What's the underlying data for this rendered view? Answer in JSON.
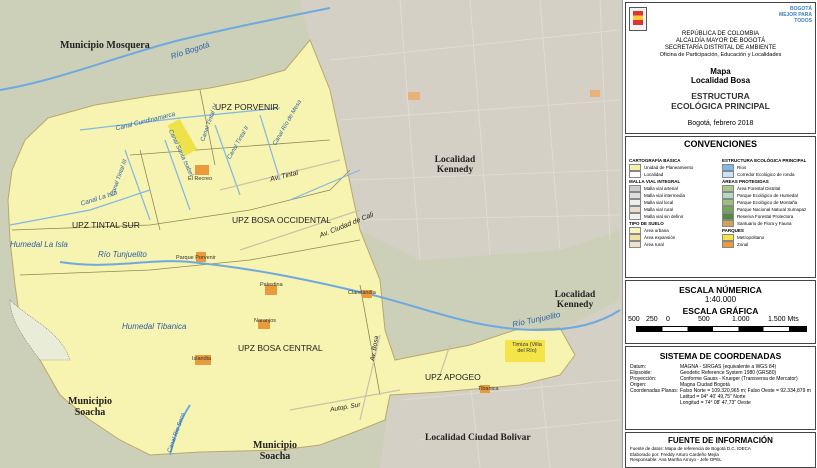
{
  "map_labels": {
    "mosquera": "Municipio Mosquera",
    "soacha_left": "Municipio Soacha",
    "soacha_bottom": "Municipio Soacha",
    "kennedy_top": "Localidad Kennedy",
    "kennedy_right": "Localidad Kennedy",
    "ciudad_bolivar": "Localidad Ciudad Bolivar",
    "upz_porvenir": "UPZ PORVENIR",
    "upz_tintal": "UPZ TINTAL SUR",
    "upz_occidental": "UPZ BOSA OCCIDENTAL",
    "upz_central": "UPZ BOSA CENTRAL",
    "upz_apogeo": "UPZ APOGEO",
    "rio_bogota": "Río Bogotá",
    "rio_tunjuelito_left": "Río Tunjuelito",
    "rio_tunjuelito_right": "Río Tunjuelito",
    "humedal_isla": "Humedal La Isla",
    "humedal_tibanica": "Humedal Tibanica",
    "canal_cundinamarca": "Canal Cundinamarca",
    "canal_tintal": "Canal Tintal III",
    "canal_tintal_ii": "Canal Tintal II",
    "canal_isla": "Canal La Isla",
    "canal_santa_isabel": "Canal Santa Isabel",
    "canal_tintal_iv": "Canal Tintal IV",
    "canal_rio_mesa": "Canal Río de Mesa",
    "av_tintal": "Av. Tintal",
    "av_ciudad_cali": "Av. Ciudad de Cali",
    "av_bosa": "Av. Bosa",
    "autopista_sur": "Autop. Sur",
    "canal_rio_seco": "Canal Rio Seco",
    "park_recreo": "El Recreo",
    "park_porvenir": "Parque Porvenir",
    "park_palestina": "Palestina",
    "park_naranjos": "Naranjos",
    "park_clarelandia": "Clarelandia",
    "park_islandia": "Islandia",
    "park_tibanica": "Tibanica",
    "park_timiza": "Timiza (Villa del Río)"
  },
  "header": {
    "line1": "REPÚBLICA DE COLOMBIA",
    "line2": "ALCALDÍA MAYOR DE BOGOTÁ",
    "line3": "SECRETARÍA DISTRITAL DE AMBIENTE",
    "line4": "Oficina de Participación, Educación y Localidades",
    "logo_text": "BOGOTÁ MEJOR PARA TODOS",
    "map_title1": "Mapa",
    "map_title2": "Localidad Bosa",
    "subject1": "ESTRUCTURA",
    "subject2": "ECOLÓGICA PRINCIPAL",
    "date": "Bogotá, febrero 2018"
  },
  "legend": {
    "title": "CONVENCIONES",
    "left_header": "CARTOGRAFÍA BÁSICA",
    "right_header": "ESTRUCTURA ECOLÓGICA PRINCIPAL",
    "left": [
      {
        "label": "Unidad de Planeamiento",
        "color": "#f6f0a8"
      },
      {
        "label": "Localidad",
        "color": "#ffffff"
      },
      {
        "label": "MALLA VIAL INTEGRAL",
        "color": ""
      },
      {
        "label": "Malla vial arterial",
        "color": "#cccccc"
      },
      {
        "label": "Malla vial intermedia",
        "color": "#dddddd"
      },
      {
        "label": "Malla vial local",
        "color": "#eeeeee"
      },
      {
        "label": "Malla vial rural",
        "color": "#e8e0cc"
      },
      {
        "label": "Malla vial sin definir",
        "color": "#f0f0f0"
      },
      {
        "label": "TIPO DE SUELO",
        "color": ""
      },
      {
        "label": "Área urbana",
        "color": "#fbf6c0"
      },
      {
        "label": "Área expansión",
        "color": "#f2e4a0"
      },
      {
        "label": "Área rural",
        "color": "#efe2c8"
      }
    ],
    "right": [
      {
        "label": "Ríos",
        "color": "#7fb7e6"
      },
      {
        "label": "Corredor Ecológico de ronda",
        "color": "#c7e3f5"
      },
      {
        "label": "ÁREAS PROTEGIDAS",
        "color": ""
      },
      {
        "label": "Área Forestal Distrital",
        "color": "#a9c98a"
      },
      {
        "label": "Parque Ecológico de Humedal",
        "color": "#b6d9c4"
      },
      {
        "label": "Parque Ecológico de Montaña",
        "color": "#9bbf7b"
      },
      {
        "label": "Parque Nacional Natural Sumapaz",
        "color": "#6fa85a"
      },
      {
        "label": "Reserva Forestal Protectora",
        "color": "#4e8b3f"
      },
      {
        "label": "Santuario de Flora y Fauna",
        "color": "#d4a05e"
      },
      {
        "label": "PARQUES",
        "color": ""
      },
      {
        "label": "Metropolitano",
        "color": "#f7e24a"
      },
      {
        "label": "Zonal",
        "color": "#e89a3c"
      }
    ]
  },
  "scale": {
    "numeric_title": "ESCALA NÚMERICA",
    "numeric_value": "1:40.000",
    "graphic_title": "ESCALA GRÁFICA",
    "ticks": [
      "500",
      "250",
      "0",
      "500",
      "1.000",
      "1.500 Mts"
    ]
  },
  "coordinates": {
    "title": "SISTEMA DE COORDENADAS",
    "rows": [
      {
        "k": "Datum:",
        "v": "MAGNA - SIRGAS (equivalente a WGS 84)"
      },
      {
        "k": "Elipsoide:",
        "v": "Geodetic Reference System 1980 (GRS80)"
      },
      {
        "k": "Proyección:",
        "v": "Conforme Gauss - Krueger (Transversa de Mercator)"
      },
      {
        "k": "Origen:",
        "v": "Magna Ciudad Bogotá"
      },
      {
        "k": "Coordenadas Planas:",
        "v": "Falso Norte = 109.320,965 m; Falso Oeste = 92.334,879 m"
      },
      {
        "k": "",
        "v": "Latitud = 04° 40' 49,75\" Norte"
      },
      {
        "k": "",
        "v": "Longitud = 74° 08' 47,73\" Oeste"
      }
    ]
  },
  "source": {
    "title": "FUENTE DE INFORMACIÓN",
    "line1": "Fuente de datos: Mapa de referencia de Bogotá D.C. IDECA",
    "line2": "Elaborado por: Freddy Arturo Cardeño Mejía",
    "line3": "Responsable: Ana Martha Arroyo - Jefe OPEL"
  }
}
